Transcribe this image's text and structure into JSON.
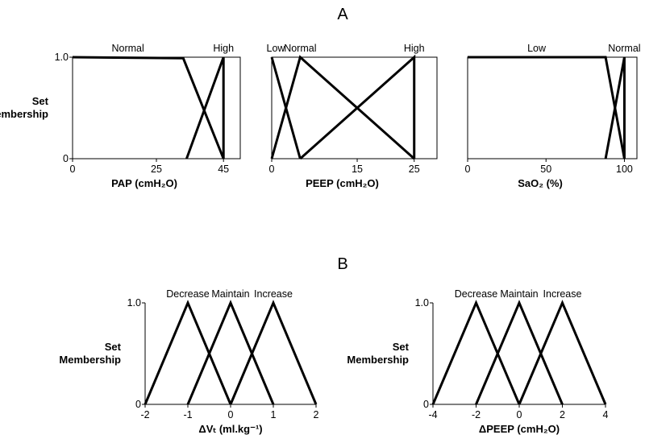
{
  "panel_labels": {
    "a": "A",
    "b": "B"
  },
  "chart_data": [
    {
      "type": "line",
      "panel": "A",
      "xlabel": "PAP (cmH₂O)",
      "ylabel": "Set Membership",
      "ylabel_lines": [
        "Set",
        "Membership"
      ],
      "xlim": [
        0,
        50
      ],
      "ylim": [
        0,
        1
      ],
      "xticks": [
        0,
        25,
        45
      ],
      "yticks": [
        {
          "value": 0,
          "label": "0"
        },
        {
          "value": 1,
          "label": "1.0"
        }
      ],
      "series": [
        {
          "name": "Normal",
          "points": [
            [
              0,
              1
            ],
            [
              33,
              0.99
            ],
            [
              45,
              0
            ]
          ]
        },
        {
          "name": "High",
          "points": [
            [
              34,
              0
            ],
            [
              45,
              1
            ],
            [
              45,
              0
            ]
          ]
        }
      ]
    },
    {
      "type": "line",
      "panel": "A",
      "xlabel": "PEEP (cmH₂O)",
      "ylabel": "",
      "xlim": [
        0,
        29
      ],
      "ylim": [
        0,
        1
      ],
      "xticks": [
        0,
        15,
        25
      ],
      "yticks": [],
      "series": [
        {
          "name": "Low",
          "points": [
            [
              0,
              1
            ],
            [
              5,
              0
            ]
          ]
        },
        {
          "name": "Normal",
          "points": [
            [
              0,
              0
            ],
            [
              5,
              1
            ],
            [
              25,
              0
            ]
          ]
        },
        {
          "name": "High",
          "points": [
            [
              5,
              0
            ],
            [
              25,
              1
            ],
            [
              25,
              0
            ]
          ]
        }
      ]
    },
    {
      "type": "line",
      "panel": "A",
      "xlabel": "SaO₂ (%)",
      "ylabel": "",
      "xlim": [
        0,
        108
      ],
      "ylim": [
        0,
        1
      ],
      "xticks": [
        0,
        50,
        100
      ],
      "yticks": [],
      "series": [
        {
          "name": "Low",
          "points": [
            [
              0,
              1
            ],
            [
              88,
              1
            ],
            [
              100,
              0
            ]
          ]
        },
        {
          "name": "Normal",
          "points": [
            [
              88,
              0
            ],
            [
              100,
              1
            ],
            [
              100,
              0
            ]
          ]
        }
      ]
    },
    {
      "type": "line",
      "panel": "B",
      "xlabel": "ΔVₜ (ml.kg⁻¹)",
      "ylabel": "Set Membership",
      "ylabel_lines": [
        "Set",
        "Membership"
      ],
      "xlim": [
        -2,
        2
      ],
      "ylim": [
        0,
        1
      ],
      "xticks": [
        -2,
        -1,
        0,
        1,
        2
      ],
      "yticks": [
        {
          "value": 0,
          "label": "0"
        },
        {
          "value": 1,
          "label": "1.0"
        }
      ],
      "series": [
        {
          "name": "Decrease",
          "points": [
            [
              -2,
              0
            ],
            [
              -1,
              1
            ],
            [
              0,
              0
            ]
          ]
        },
        {
          "name": "Maintain",
          "points": [
            [
              -1,
              0
            ],
            [
              0,
              1
            ],
            [
              1,
              0
            ]
          ]
        },
        {
          "name": "Increase",
          "points": [
            [
              0,
              0
            ],
            [
              1,
              1
            ],
            [
              2,
              0
            ]
          ]
        }
      ]
    },
    {
      "type": "line",
      "panel": "B",
      "xlabel": "ΔPEEP (cmH₂O)",
      "ylabel": "Set Membership",
      "ylabel_lines": [
        "Set",
        "Membership"
      ],
      "xlim": [
        -4,
        4
      ],
      "ylim": [
        0,
        1
      ],
      "xticks": [
        -4,
        -2,
        0,
        2,
        4
      ],
      "yticks": [
        {
          "value": 0,
          "label": "0"
        },
        {
          "value": 1,
          "label": "1.0"
        }
      ],
      "series": [
        {
          "name": "Decrease",
          "points": [
            [
              -4,
              0
            ],
            [
              -2,
              1
            ],
            [
              0,
              0
            ]
          ]
        },
        {
          "name": "Maintain",
          "points": [
            [
              -2,
              0
            ],
            [
              0,
              1
            ],
            [
              2,
              0
            ]
          ]
        },
        {
          "name": "Increase",
          "points": [
            [
              0,
              0
            ],
            [
              2,
              1
            ],
            [
              4,
              0
            ]
          ]
        }
      ]
    }
  ]
}
